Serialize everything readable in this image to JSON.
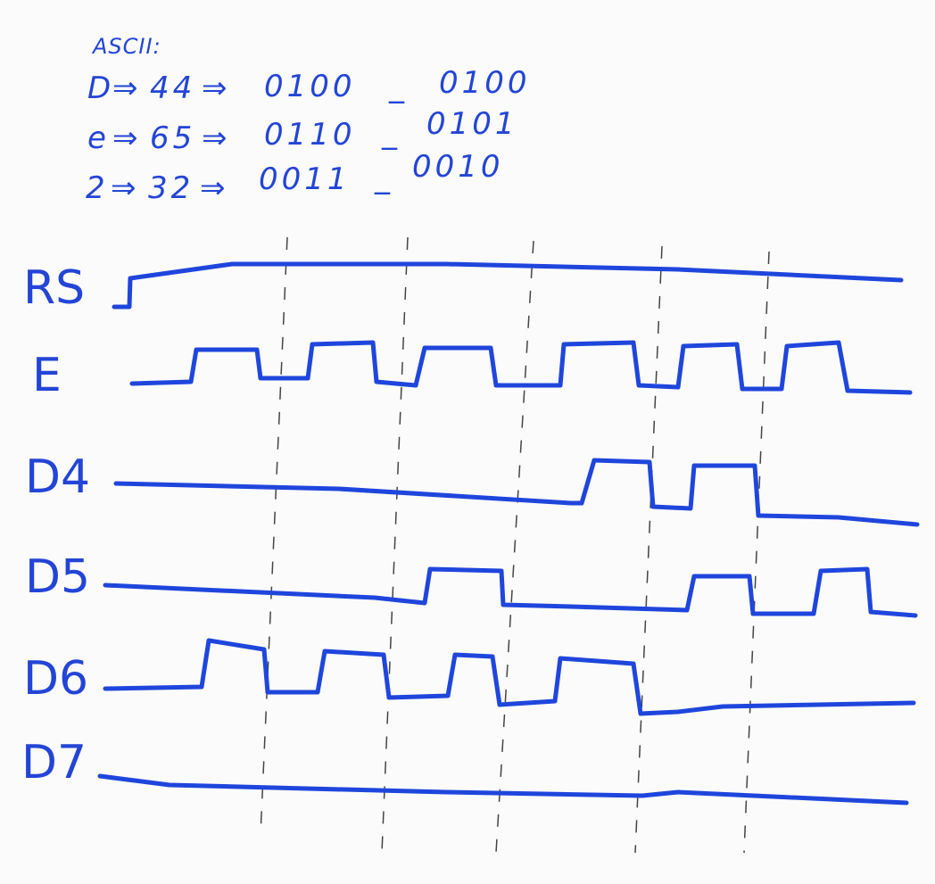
{
  "notes": {
    "title": "ASCII:",
    "rows": [
      {
        "char": "D",
        "arrow1": "⇒",
        "code": "44",
        "arrow2": "⇒",
        "high_nibble": "0100",
        "sep": "_",
        "low_nibble": "0100"
      },
      {
        "char": "e",
        "arrow1": "⇒",
        "code": "65",
        "arrow2": "⇒",
        "high_nibble": "0110",
        "sep": "_",
        "low_nibble": "0101"
      },
      {
        "char": "2",
        "arrow1": "⇒",
        "code": "32",
        "arrow2": "⇒",
        "high_nibble": "0011",
        "sep": "_",
        "low_nibble": "0010"
      }
    ]
  },
  "signals": [
    {
      "id": "rs",
      "label": "RS",
      "levels": [
        1,
        1,
        1,
        1,
        1,
        1
      ]
    },
    {
      "id": "e",
      "label": "E",
      "levels": "pulses"
    },
    {
      "id": "d4",
      "label": "D4",
      "levels": [
        0,
        0,
        0,
        1,
        0,
        1,
        0
      ]
    },
    {
      "id": "d5",
      "label": "D5",
      "levels": [
        0,
        0,
        1,
        0,
        0,
        1,
        1
      ]
    },
    {
      "id": "d6",
      "label": "D6",
      "levels": [
        1,
        1,
        1,
        1,
        0,
        0,
        0
      ]
    },
    {
      "id": "d7",
      "label": "D7",
      "levels": [
        0,
        0,
        0,
        0,
        0,
        0,
        0
      ]
    }
  ],
  "colors": {
    "ink": "#1f46dc",
    "divider": "#444444",
    "paper": "#fbfbfb"
  }
}
